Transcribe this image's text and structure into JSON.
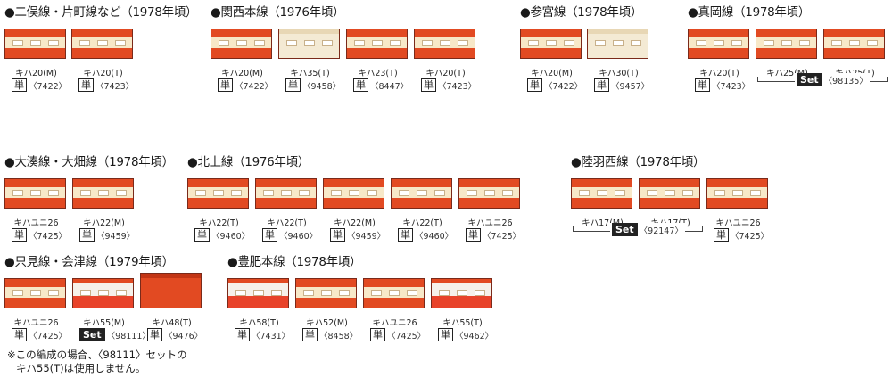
{
  "groups": [
    {
      "title": "●二俣線・片町線など（1978年頃）",
      "cars": [
        {
          "name": "キハ20(M)",
          "tan": "単",
          "code": "〈7422〉",
          "style": "std"
        },
        {
          "name": "キハ20(T)",
          "tan": "単",
          "code": "〈7423〉",
          "style": "std"
        }
      ]
    },
    {
      "title": "●関西本線（1976年頃）",
      "cars": [
        {
          "name": "キハ20(M)",
          "tan": "単",
          "code": "〈7422〉",
          "style": "std"
        },
        {
          "name": "キハ35(T)",
          "tan": "単",
          "code": "〈9458〉",
          "style": "cream"
        },
        {
          "name": "キハ23(T)",
          "tan": "単",
          "code": "〈8447〉",
          "style": "std"
        },
        {
          "name": "キハ20(T)",
          "tan": "単",
          "code": "〈7423〉",
          "style": "std"
        }
      ]
    },
    {
      "title": "●参宮線（1978年頃）",
      "cars": [
        {
          "name": "キハ20(M)",
          "tan": "単",
          "code": "〈7422〉",
          "style": "std"
        },
        {
          "name": "キハ30(T)",
          "tan": "単",
          "code": "〈9457〉",
          "style": "cream"
        }
      ]
    },
    {
      "title": "●真岡線（1978年頃）",
      "cars": [
        {
          "name": "キハ20(T)",
          "tan": "単",
          "code": "〈7423〉",
          "style": "std"
        },
        {
          "name": "キハ25(M)",
          "style": "std"
        },
        {
          "name": "キハ25(T)",
          "style": "std"
        }
      ],
      "set": {
        "label": "Set",
        "code": "〈98135〉"
      }
    },
    {
      "title": "●大湊線・大畑線（1978年頃）",
      "cars": [
        {
          "name": "キハユニ26",
          "tan": "単",
          "code": "〈7425〉",
          "style": "std"
        },
        {
          "name": "キハ22(M)",
          "tan": "単",
          "code": "〈9459〉",
          "style": "std"
        }
      ]
    },
    {
      "title": "●北上線（1976年頃）",
      "cars": [
        {
          "name": "キハ22(T)",
          "tan": "単",
          "code": "〈9460〉",
          "style": "std"
        },
        {
          "name": "キハ22(T)",
          "tan": "単",
          "code": "〈9460〉",
          "style": "std"
        },
        {
          "name": "キハ22(M)",
          "tan": "単",
          "code": "〈9459〉",
          "style": "std"
        },
        {
          "name": "キハ22(T)",
          "tan": "単",
          "code": "〈9460〉",
          "style": "std"
        },
        {
          "name": "キハユニ26",
          "tan": "単",
          "code": "〈7425〉",
          "style": "std"
        }
      ]
    },
    {
      "title": "●陸羽西線（1978年頃）",
      "cars": [
        {
          "name": "キハ17(M)",
          "style": "std"
        },
        {
          "name": "キハ17(T)",
          "style": "std"
        },
        {
          "name": "キハユニ26",
          "tan": "単",
          "code": "〈7425〉",
          "style": "std"
        }
      ],
      "set": {
        "label": "Set",
        "code": "〈92147〉"
      }
    },
    {
      "title": "●只見線・会津線（1979年頃）",
      "cars": [
        {
          "name": "キハユニ26",
          "tan": "単",
          "code": "〈7425〉",
          "style": "std"
        },
        {
          "name": "キハ55(M)",
          "style": "white"
        },
        {
          "name": "キハ48(T)",
          "tan": "単",
          "code": "〈9476〉",
          "style": "red"
        }
      ],
      "set": {
        "label": "Set",
        "code": "〈98111〉"
      }
    },
    {
      "title": "●豊肥本線（1978年頃）",
      "cars": [
        {
          "name": "キハ58(T)",
          "tan": "単",
          "code": "〈7431〉",
          "style": "white"
        },
        {
          "name": "キハ52(M)",
          "tan": "単",
          "code": "〈8458〉",
          "style": "std"
        },
        {
          "name": "キハユニ26",
          "tan": "単",
          "code": "〈7425〉",
          "style": "std"
        },
        {
          "name": "キハ55(T)",
          "tan": "単",
          "code": "〈9462〉",
          "style": "white"
        }
      ]
    }
  ],
  "note": {
    "line1": "※この編成の場合、〈98111〉セットの",
    "line2": "キハ55(T)は使用しません。"
  }
}
